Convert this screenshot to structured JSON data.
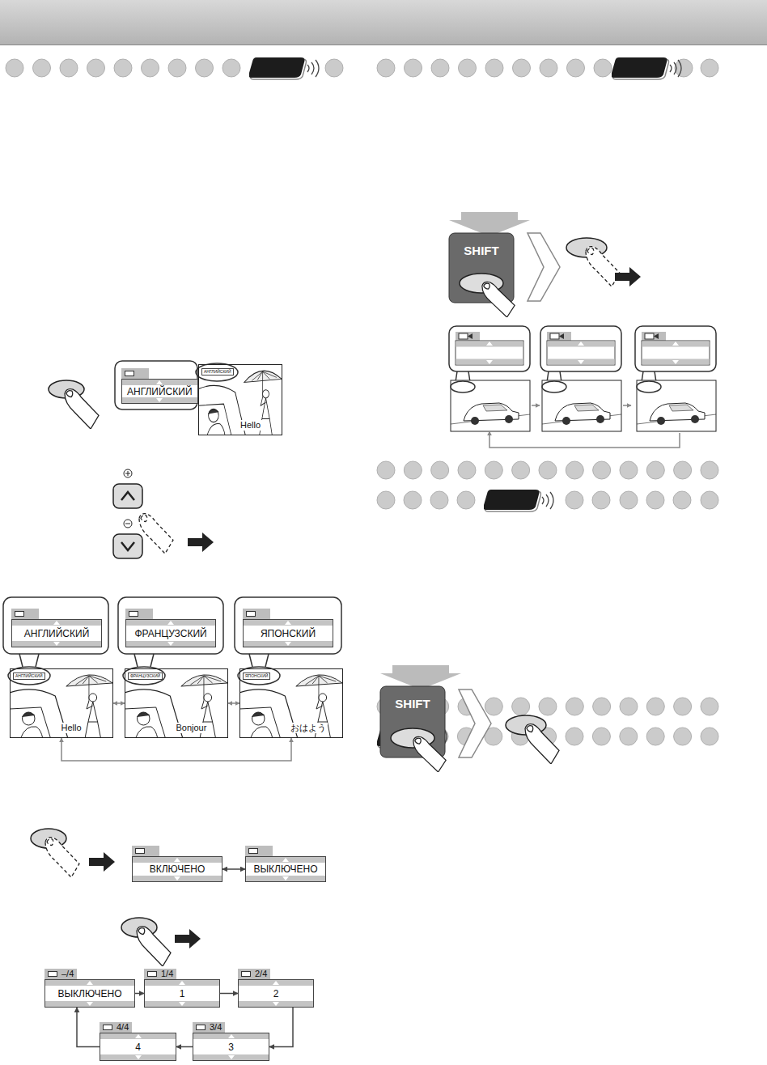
{
  "diagram": {
    "nodes": [
      {
        "text": [
          "АНГЛИЙСКИЙ"
        ]
      },
      {
        "text": [
          "АНГЛИЙСКИЙ",
          "Hello"
        ]
      },
      {
        "text": [
          "АНГЛИЙСКИЙ"
        ]
      },
      {
        "text": [
          "ФРАНЦУЗСКИЙ"
        ]
      },
      {
        "text": [
          "ЯПОНСКИЙ"
        ]
      },
      {
        "text": [
          "АНГЛИЙСКИЙ",
          "Hello"
        ]
      },
      {
        "text": [
          "ФРАНЦУЗСКИЙ",
          "Bonjour"
        ]
      },
      {
        "text": [
          "ЯПОНСКИЙ",
          "おはよう"
        ]
      },
      {
        "text": [
          "ВКЛЮЧЕНО"
        ]
      },
      {
        "text": [
          "ВЫКЛЮЧЕНО"
        ]
      },
      {
        "text": [
          "–/4",
          "ВЫКЛЮЧЕНО"
        ]
      },
      {
        "text": [
          "1/4",
          "1"
        ]
      },
      {
        "text": [
          "2/4",
          "2"
        ]
      },
      {
        "text": [
          "4/4",
          "4"
        ]
      },
      {
        "text": [
          "3/4",
          "3"
        ]
      },
      {
        "text": [
          "SHIFT"
        ]
      },
      {
        "text": [
          "SHIFT"
        ]
      }
    ],
    "edges": [
      {
        "from": 5,
        "to": 6,
        "arrow": "both"
      },
      {
        "from": 6,
        "to": 7,
        "arrow": "both"
      },
      {
        "from": 7,
        "to": 5,
        "arrow": "both"
      },
      {
        "from": 8,
        "to": 9,
        "arrow": "both"
      },
      {
        "from": 10,
        "to": 11,
        "arrow": "to"
      },
      {
        "from": 11,
        "to": 12,
        "arrow": "to"
      },
      {
        "from": 12,
        "to": 14,
        "arrow": "to"
      },
      {
        "from": 14,
        "to": 13,
        "arrow": "to"
      },
      {
        "from": 13,
        "to": 10,
        "arrow": "to"
      }
    ]
  }
}
